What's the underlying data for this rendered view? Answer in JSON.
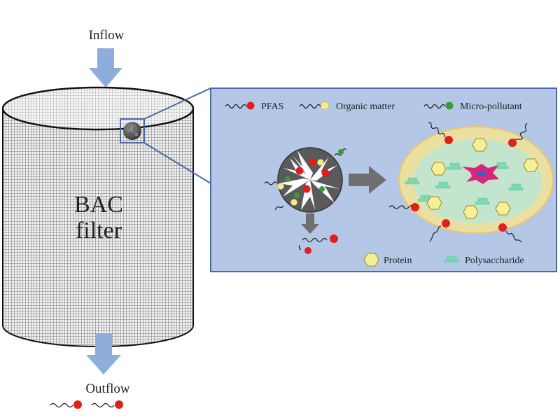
{
  "labels": {
    "inflow": "Inflow",
    "outflow": "Outflow",
    "filter_line1": "BAC",
    "filter_line2": "filter"
  },
  "legend": {
    "pfas": "PFAS",
    "organic": "Organic matter",
    "micro": "Micro-pollutant",
    "protein": "Protein",
    "polysaccharide": "Polysaccharide"
  },
  "colors": {
    "arrow": "#8fadda",
    "panel_bg": "#b4c7e7",
    "panel_border": "#4a6aa8",
    "cell_fill": "#eae0a2",
    "cell_border": "#f2c46c",
    "cell_inner": "#bfe6d2",
    "pfas": "#e0201c",
    "organic": "#f7ec8c",
    "micro": "#3a9a3a",
    "protein": "#f6ef98",
    "polysaccharide": "#7ddbb4",
    "nucleus": "#d6267e",
    "gac": "#585858"
  }
}
